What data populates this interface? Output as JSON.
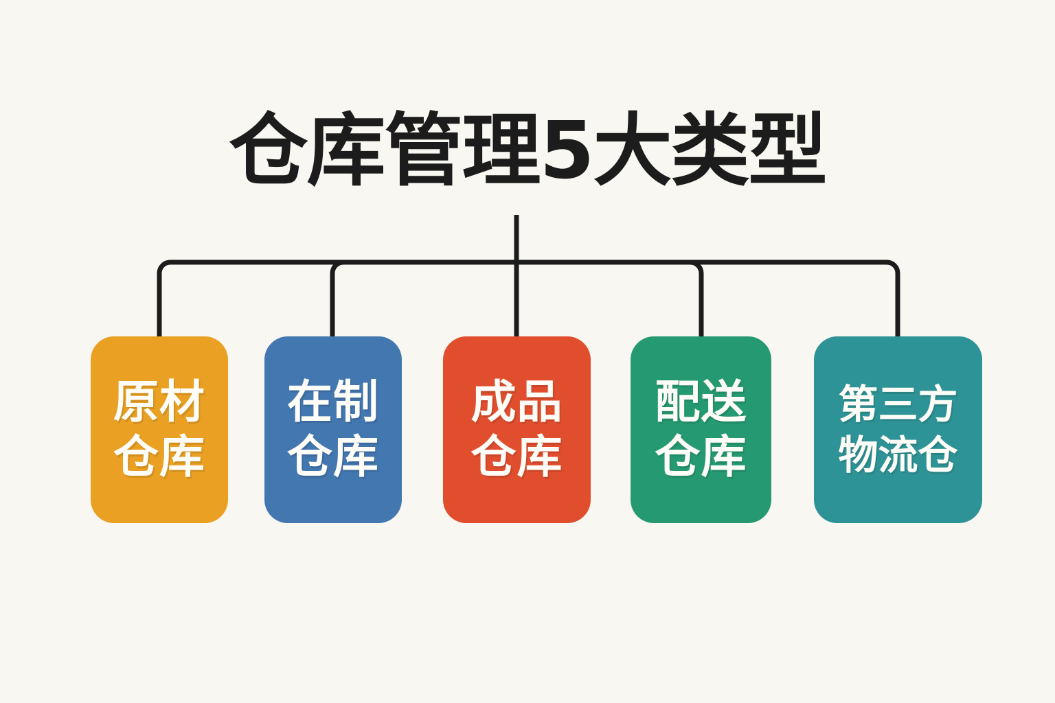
{
  "page": {
    "background_color": "#F9F7F2",
    "title": "仓库管理5大类型",
    "title_color": "#1C1C1C",
    "connector_color": "#1C1C1C"
  },
  "diagram": {
    "type": "hierarchy-tree",
    "root_label": "仓库管理5大类型",
    "child_count": 5,
    "nodes": [
      {
        "id": "raw-material-warehouse",
        "label": "原材\n仓库",
        "line1": "原材",
        "line2": "仓库",
        "color": "#E9A023",
        "text_color": "#FFFDF7"
      },
      {
        "id": "wip-warehouse",
        "label": "在制\n仓库",
        "line1": "在制",
        "line2": "仓库",
        "color": "#4377B0",
        "text_color": "#FFFDF7"
      },
      {
        "id": "finished-goods-warehouse",
        "label": "成品\n仓库",
        "line1": "成品",
        "line2": "仓库",
        "color": "#E04E2E",
        "text_color": "#FFFDF7"
      },
      {
        "id": "distribution-warehouse",
        "label": "配送\n仓库",
        "line1": "配送",
        "line2": "仓库",
        "color": "#259A72",
        "text_color": "#FFFDF7"
      },
      {
        "id": "third-party-logistics-warehouse",
        "label": "第三方\n物流仓",
        "line1": "第三方",
        "line2": "物流仓",
        "color": "#2E9396",
        "text_color": "#FFFDF7"
      }
    ]
  }
}
